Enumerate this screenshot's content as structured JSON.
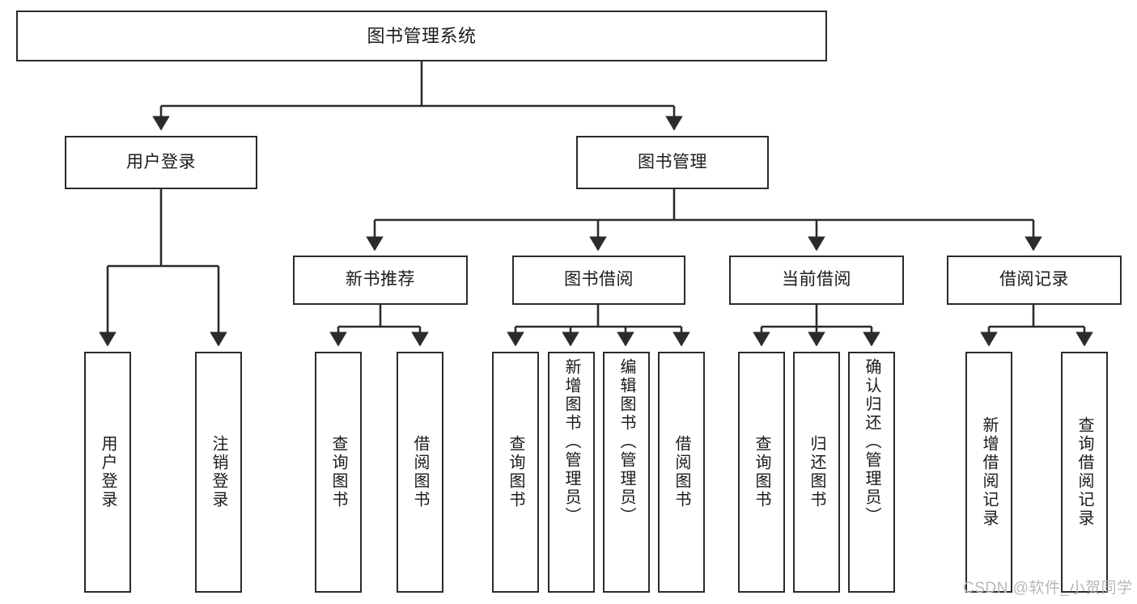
{
  "diagram": {
    "title": "图书管理系统",
    "type": "tree-hierarchy-chart",
    "watermark": "CSDN @软件_小贺同学",
    "colors": {
      "stroke": "#2b2b2b",
      "fill": "#ffffff",
      "text": "#1b1b1b",
      "watermark": "#b8b8b8"
    },
    "nodes": {
      "root": {
        "label": "图书管理系统"
      },
      "level2": [
        {
          "label": "用户登录"
        },
        {
          "label": "图书管理"
        }
      ],
      "level3": [
        {
          "label": "新书推荐"
        },
        {
          "label": "图书借阅"
        },
        {
          "label": "当前借阅"
        },
        {
          "label": "借阅记录"
        }
      ],
      "leaves": {
        "user_login": [
          {
            "label": "用户登录"
          },
          {
            "label": "注销登录"
          }
        ],
        "new_book": [
          {
            "label": "查询图书"
          },
          {
            "label": "借阅图书"
          }
        ],
        "book_borrow": [
          {
            "label": "查询图书"
          },
          {
            "label": "新增图书（管理员）"
          },
          {
            "label": "编辑图书（管理员）"
          },
          {
            "label": "借阅图书"
          }
        ],
        "current_borrow": [
          {
            "label": "查询图书"
          },
          {
            "label": "归还图书"
          },
          {
            "label": "确认归还（管理员）"
          }
        ],
        "borrow_record": [
          {
            "label": "新增借阅记录"
          },
          {
            "label": "查询借阅记录"
          }
        ]
      }
    }
  }
}
